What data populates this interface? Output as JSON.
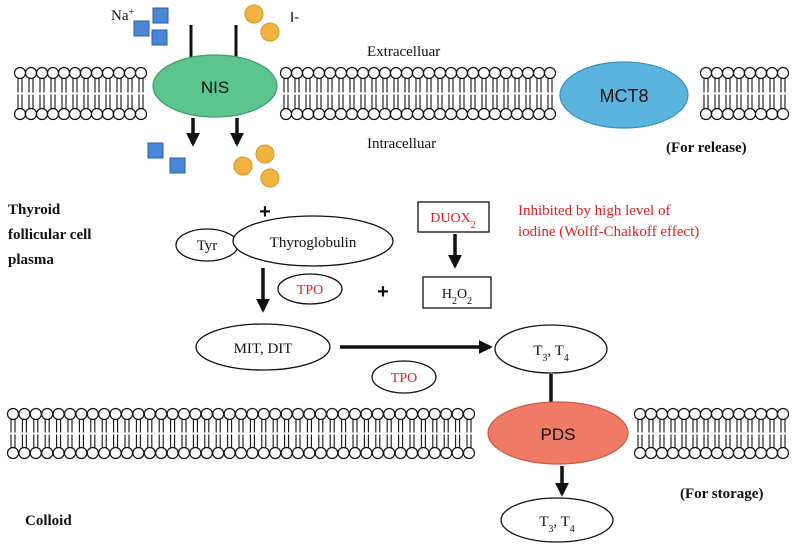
{
  "colors": {
    "nis_fill": "#5cc48d",
    "mct8_fill": "#5bb4de",
    "pds_fill": "#ef7a66",
    "sodium_square": "#4a86d6",
    "iodide_circle": "#f3b340",
    "red_text": "#e02020",
    "black": "#111111"
  },
  "ions": {
    "sodium_label": "Na",
    "sodium_charge": "+",
    "iodide_label": "I-"
  },
  "membrane_top": {
    "extracellular_label": "Extracelluar",
    "intracellular_label": "Intracelluar",
    "nis_label": "NIS",
    "mct8_label": "MCT8",
    "release_note": "(For release)"
  },
  "cell": {
    "label_line1": "Thyroid",
    "label_line2": "follicular cell",
    "label_line3": "plasma"
  },
  "synthesis": {
    "plus_top": "+",
    "tyr_label": "Tyr",
    "thyroglobulin_label": "Thyroglobulin",
    "duox_label": "DUOX",
    "duox_sub": "2",
    "inhibited_note_line1": "Inhibited by high level of",
    "inhibited_note_line2": "iodine (Wolff-Chaikoff effect)",
    "tpo_label_1": "TPO",
    "plus_middle": "+",
    "h2o2_h": "H",
    "h2o2_sub1": "2",
    "h2o2_o": "O",
    "h2o2_sub2": "2",
    "mit_dit_label": "MIT, DIT",
    "t3t4_t": "T",
    "t3_sub": "3",
    "t3t4_sep": ", T",
    "t4_sub": "4",
    "tpo_label_2": "TPO"
  },
  "membrane_bottom": {
    "pds_label": "PDS",
    "storage_note": "(For storage)"
  },
  "colloid": {
    "label": "Colloid"
  }
}
